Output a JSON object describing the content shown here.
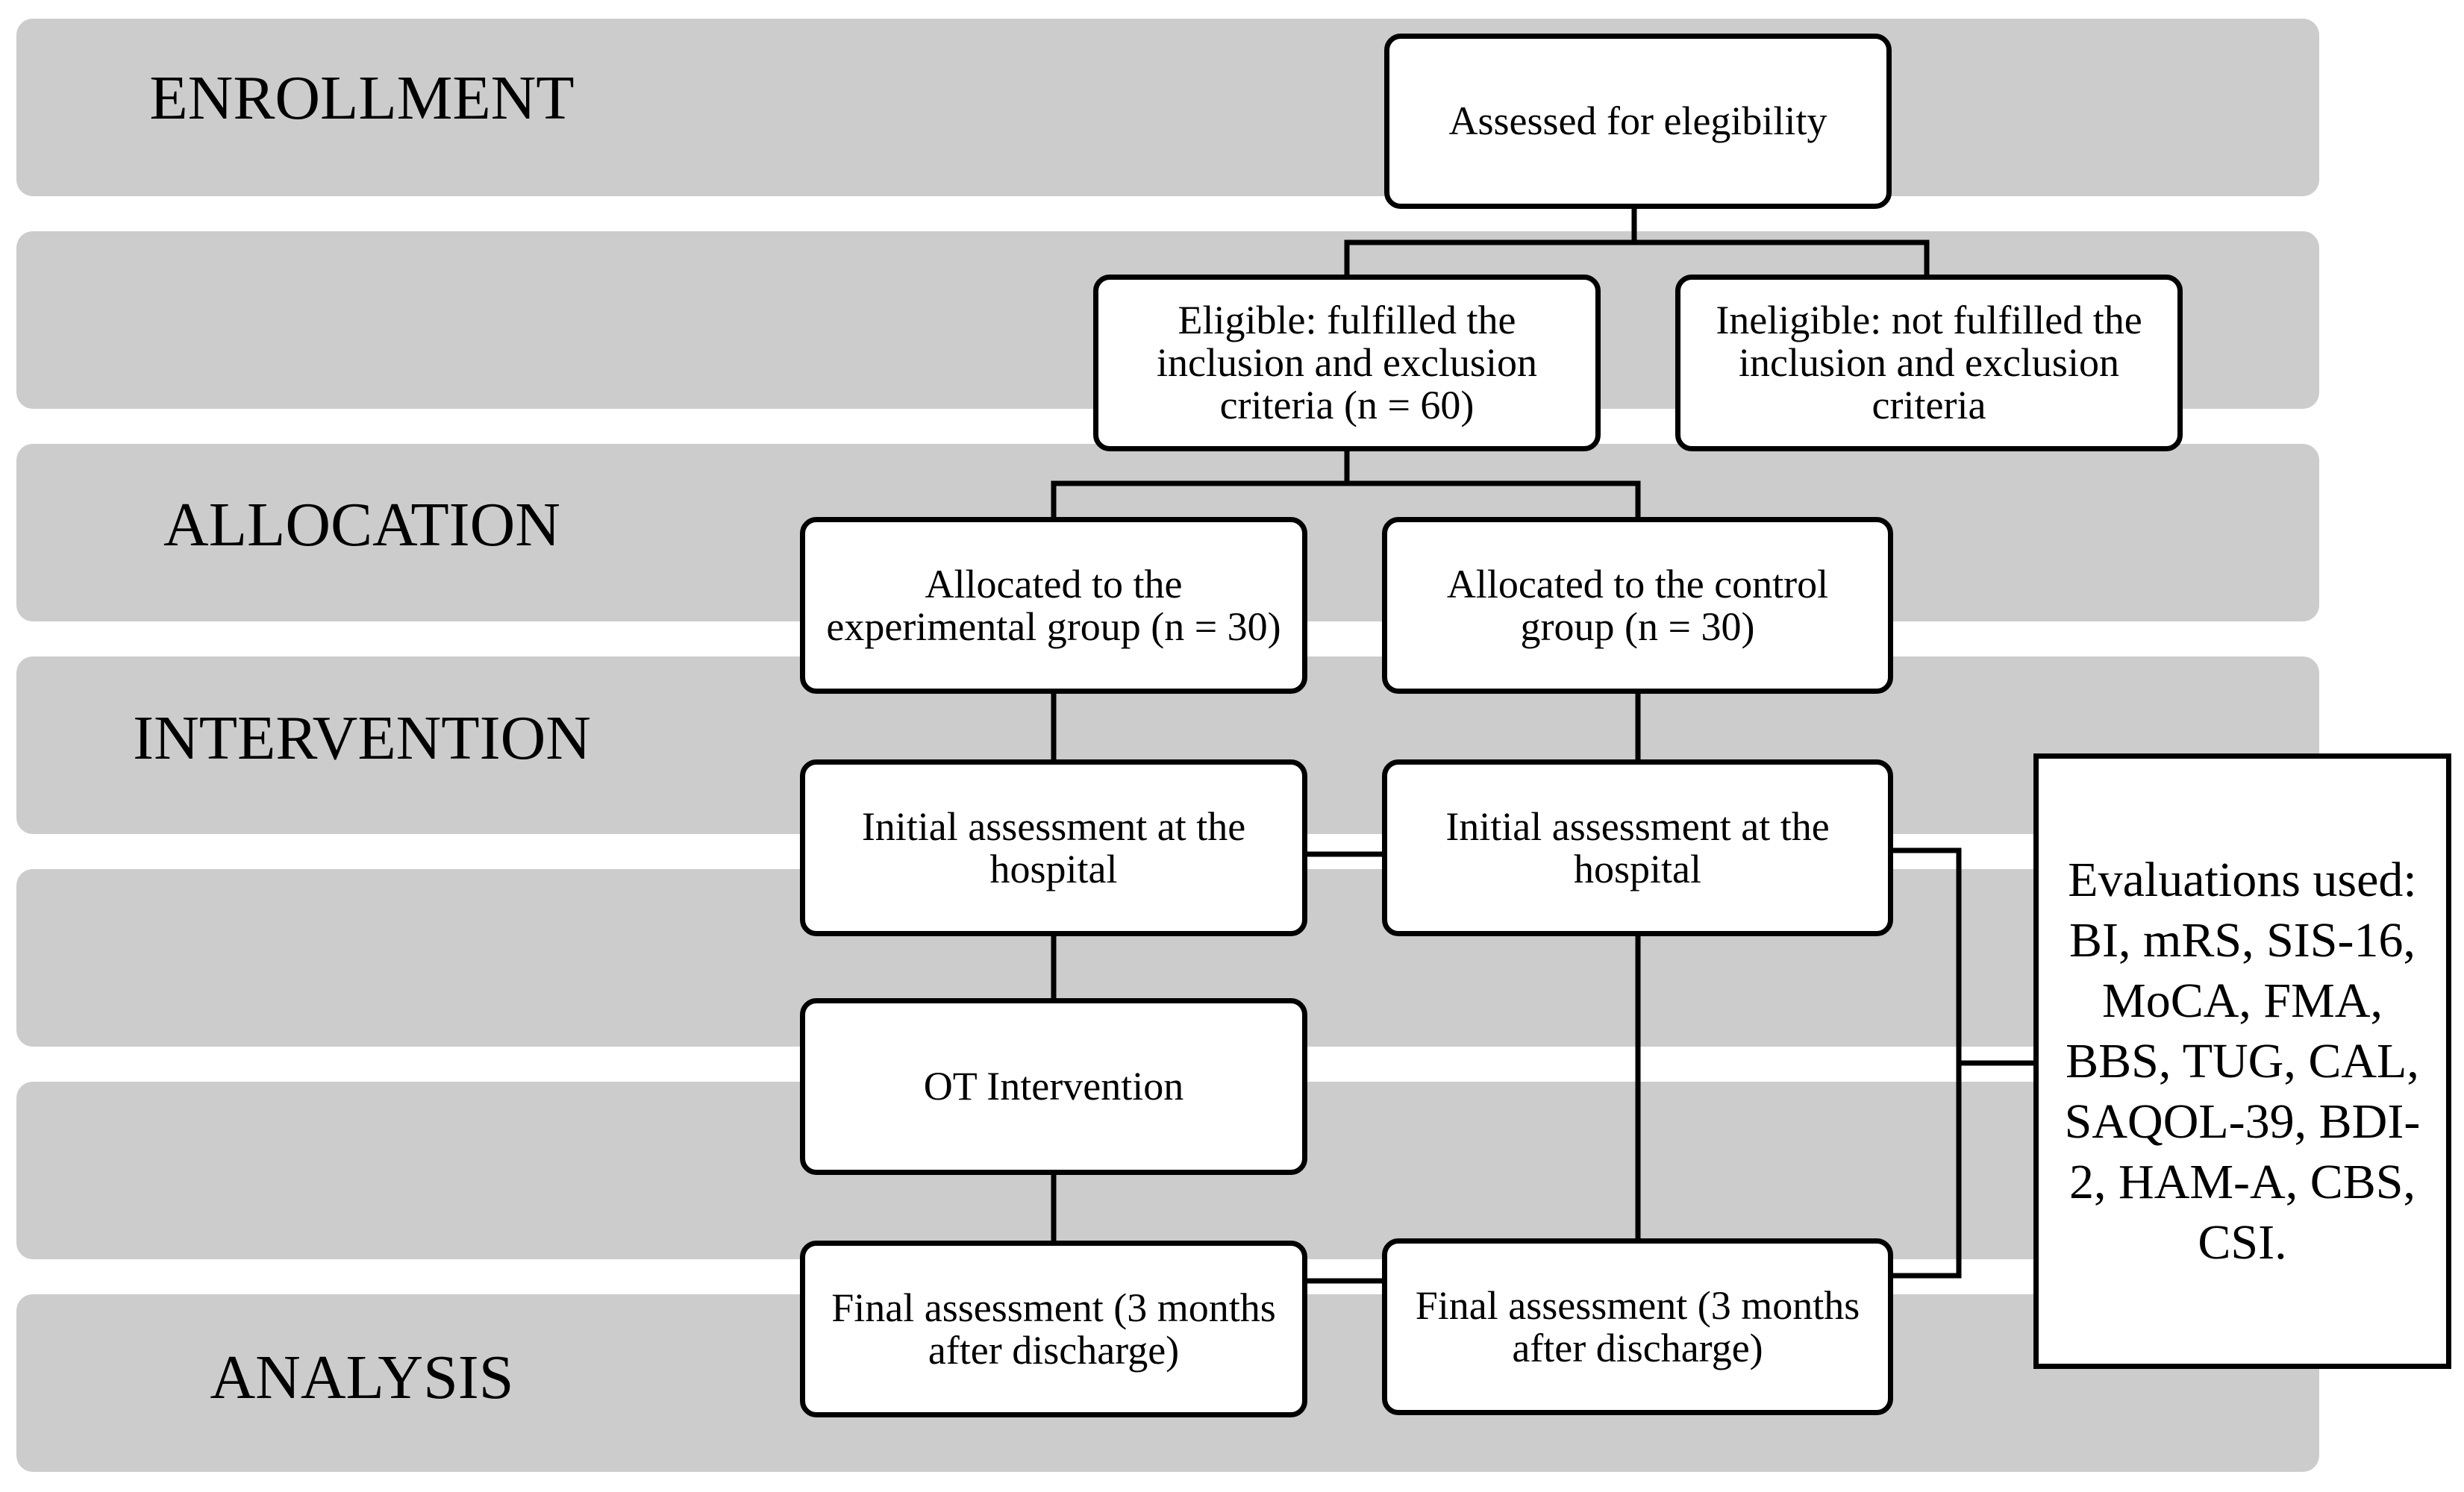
{
  "phases": {
    "enrollment": "ENROLLMENT",
    "allocation": "ALLOCATION",
    "intervention": "INTERVENTION",
    "analysis": "ANALYSIS"
  },
  "boxes": {
    "assessed": "Assessed for elegibility",
    "eligible": "Eligible: fulfilled the inclusion and exclusion criteria (n = 60)",
    "ineligible": "Ineligible: not fulfilled the inclusion and exclusion criteria",
    "alloc_experimental": "Allocated to the experimental group (n = 30)",
    "alloc_control": "Allocated to the control group (n = 30)",
    "initial_experimental": "Initial assessment at the hospital",
    "initial_control": "Initial assessment at the hospital",
    "ot_intervention": "OT Intervention",
    "final_experimental": "Final assessment (3 months after discharge)",
    "final_control": "Final assessment (3 months after discharge)"
  },
  "evaluations": "Evaluations used: BI, mRS, SIS-16, MoCA, FMA, BBS, TUG, CAL, SAQOL-39, BDI-2, HAM-A, CBS, CSI.",
  "colors": {
    "band": "#cccccc",
    "box_fill": "#ffffff",
    "stroke": "#000000"
  }
}
